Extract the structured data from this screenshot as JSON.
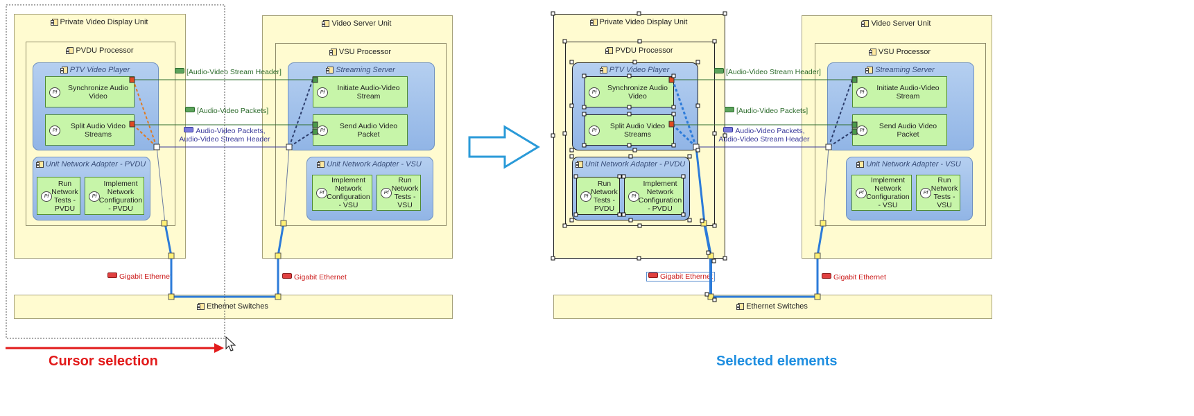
{
  "captions": {
    "left": "Cursor selection",
    "right": "Selected elements"
  },
  "colors": {
    "unit_fill": "#fffbd0",
    "function_fill": "#c7f5a9",
    "component_fill": "#91b5e6",
    "physical_link": "#2c7bd9",
    "caption_red": "#e21b1b",
    "caption_blue": "#1e8ee0"
  },
  "labels": {
    "pvdu_unit": "Private Video Display Unit",
    "pvdu_processor": "PVDU Processor",
    "ptv_player": "PTV Video Player",
    "sync_audio": "Synchronize Audio Video",
    "split_audio": "Split Audio Video Streams",
    "una_pvdu": "Unit Network Adapter - PVDU",
    "run_tests_pvdu": "Run Network Tests - PVDU",
    "impl_config_pvdu": "Implement Network Configuration - PVDU",
    "vsu_unit": "Video Server Unit",
    "vsu_processor": "VSU Processor",
    "streaming_server": "Streaming Server",
    "initiate_stream": "Initiate Audio-Video Stream",
    "send_packet": "Send Audio Video Packet",
    "una_vsu": "Unit Network Adapter - VSU",
    "impl_config_vsu": "Implement Network Configuration - VSU",
    "run_tests_vsu": "Run Network Tests - VSU",
    "eth_switches": "Ethernet Switches",
    "flow_header": "[Audio-Video Stream Header]",
    "flow_packets": "[Audio-Video Packets]",
    "flow_combined": "Audio-Video Packets, Audio-Video Stream Header",
    "gigabit": "Gigabit Ethernet",
    "pf_badge": "Pf"
  }
}
